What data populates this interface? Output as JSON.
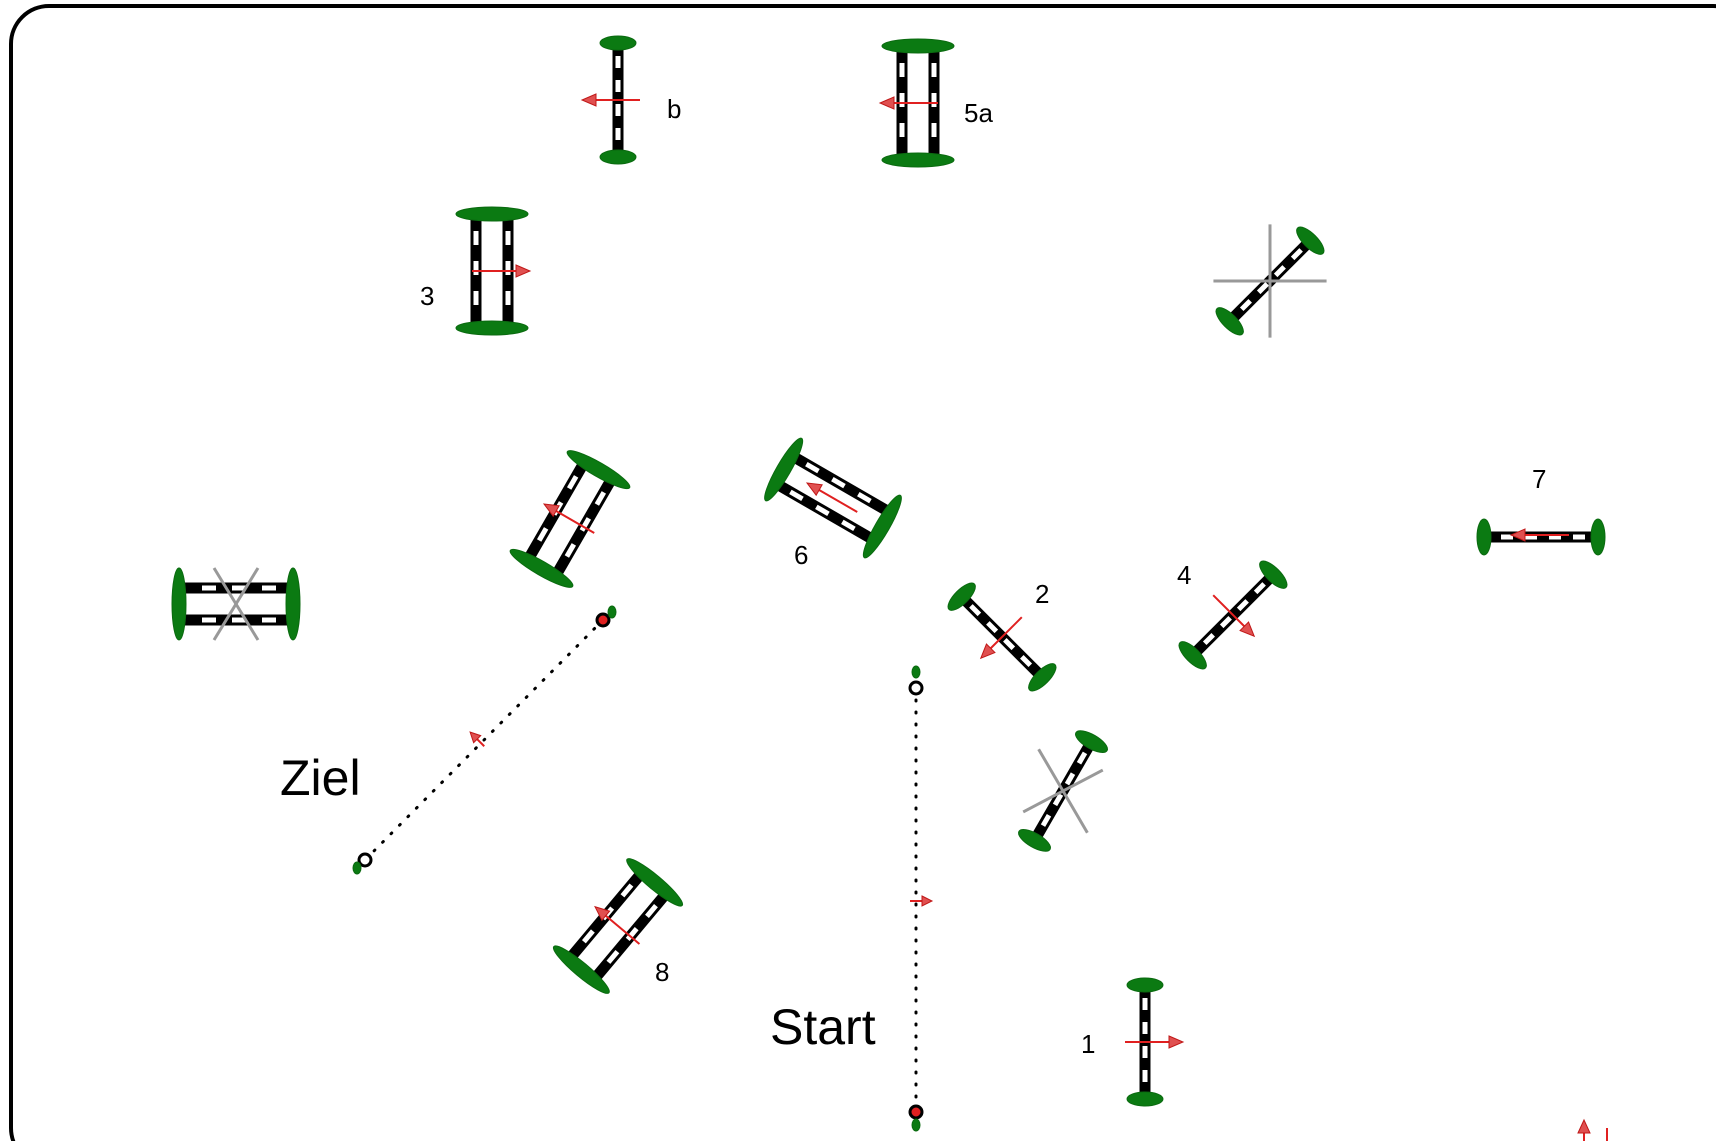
{
  "labels": {
    "b": "b",
    "five_a": "5a",
    "three": "3",
    "six": "6",
    "seven": "7",
    "two": "2",
    "four": "4",
    "eight": "8",
    "one": "1",
    "ziel": "Ziel",
    "start": "Start"
  },
  "colors": {
    "frame": "#000000",
    "bush": "#0b7a12",
    "flight_arrow": "#e02020",
    "crossed_out": "#999999",
    "pole_black": "#000000",
    "pole_white": "#ffffff"
  },
  "legend_icons": [
    "vertical-fence-icon",
    "oxer-fence-icon",
    "crossed-out-fence-icon",
    "start-line-icon",
    "finish-line-icon",
    "direction-arrow-icon"
  ]
}
